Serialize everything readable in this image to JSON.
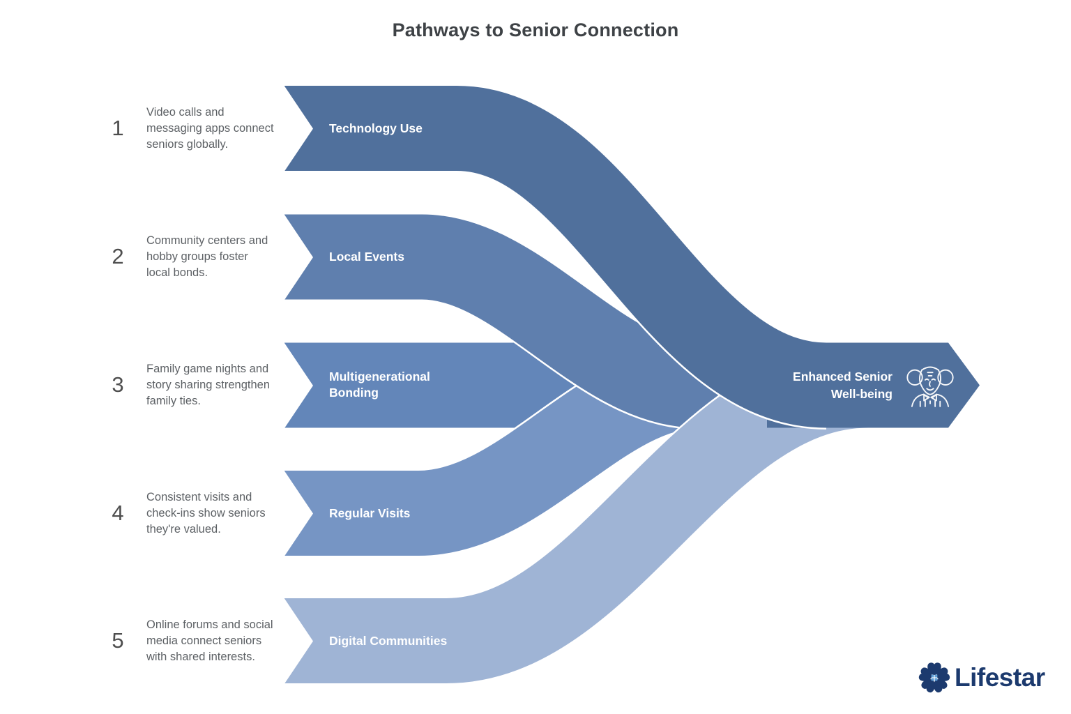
{
  "title": "Pathways to Senior Connection",
  "colors": {
    "band1": "#50709c",
    "band2": "#5f7fae",
    "band3": "#6386b9",
    "band4": "#7695c4",
    "band5": "#9fb4d5",
    "arrow": "#50709c",
    "logo_navy": "#1c3a6e",
    "logo_sky": "#5f9fd8"
  },
  "steps": [
    {
      "num": "1",
      "desc": "Video calls and messaging apps connect seniors globally.",
      "label": "Technology Use"
    },
    {
      "num": "2",
      "desc": "Community centers and hobby groups foster local bonds.",
      "label": "Local Events"
    },
    {
      "num": "3",
      "desc": "Family game nights and story sharing strengthen family ties.",
      "label": "Multigenerational Bonding"
    },
    {
      "num": "4",
      "desc": "Consistent visits and check-ins show seniors they're valued.",
      "label": "Regular Visits"
    },
    {
      "num": "5",
      "desc": "Online forums and social media connect seniors with shared interests.",
      "label": "Digital Communities"
    }
  ],
  "outcome": {
    "line1": "Enhanced Senior",
    "line2": "Well-being"
  },
  "logo": {
    "name": "Lifestar"
  }
}
